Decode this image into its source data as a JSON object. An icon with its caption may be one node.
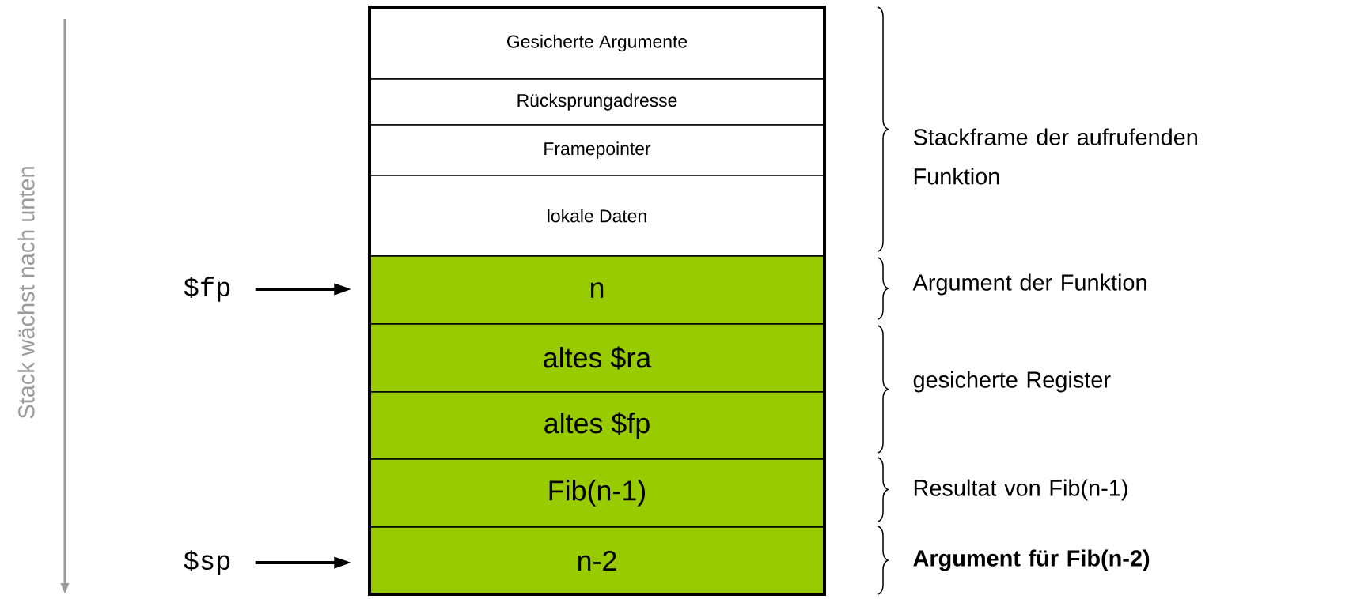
{
  "diagram": {
    "nodes": [
      {
        "text": [
          "Gesicherte Argumente"
        ]
      },
      {
        "text": [
          "Rücksprungadresse"
        ]
      },
      {
        "text": [
          "Framepointer"
        ]
      },
      {
        "text": [
          "lokale Daten"
        ]
      },
      {
        "text": [
          "n"
        ]
      },
      {
        "text": [
          "altes $ra"
        ]
      },
      {
        "text": [
          "altes $fp"
        ]
      },
      {
        "text": [
          "Fib(n-1)"
        ]
      },
      {
        "text": [
          "n-2"
        ]
      },
      {
        "text": [
          "$fp"
        ]
      },
      {
        "text": [
          "$sp"
        ]
      }
    ],
    "edges": [
      {
        "from": 9,
        "to": 4,
        "arrow": "to"
      },
      {
        "from": 10,
        "to": 8,
        "arrow": "to"
      }
    ],
    "labels": [
      "Stack wächst nach unten",
      "Stackframe der aufrufenden Funktion",
      "Argument der Funktion",
      "gesicherte Register",
      "Resultat von Fib(n-1)",
      "Argument für Fib(n-2)"
    ]
  }
}
